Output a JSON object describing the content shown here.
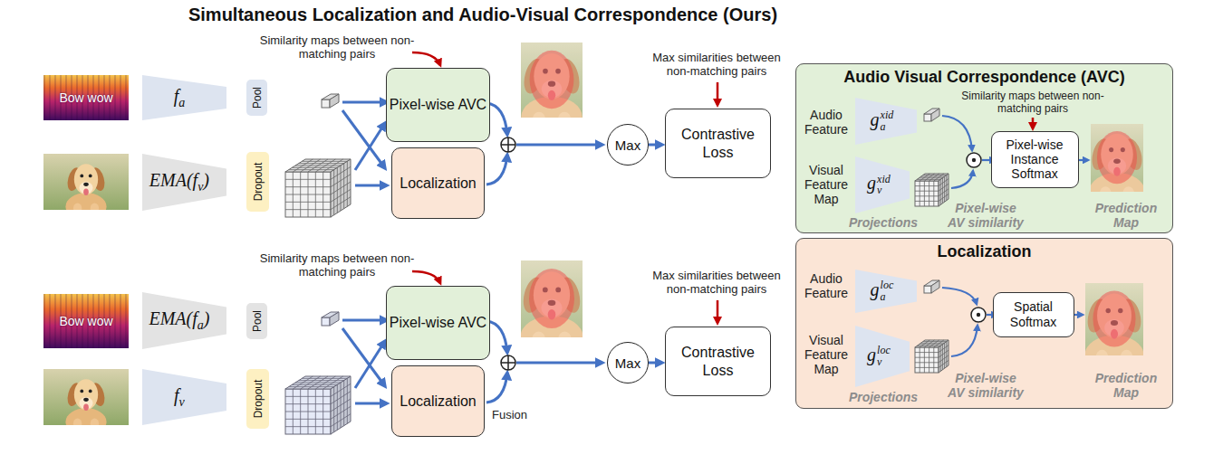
{
  "diagram": {
    "title": "Simultaneous Localization and Audio-Visual Correspondence (Ours)",
    "nodes": [
      {
        "text": [
          "Bow wow"
        ]
      },
      {
        "text": [
          "f",
          "a"
        ]
      },
      {
        "text": [
          "Pool"
        ]
      },
      {
        "text": [
          "EMA(f",
          "v",
          ")"
        ]
      },
      {
        "text": [
          "Dropout"
        ]
      },
      {
        "text": [
          "Pixel-wise AVC"
        ]
      },
      {
        "text": [
          "Localization"
        ]
      },
      {
        "text": [
          "Max"
        ]
      },
      {
        "text": [
          "Contrastive Loss"
        ]
      },
      {
        "text": [
          "Bow wow"
        ]
      },
      {
        "text": [
          "EMA(f",
          "a",
          ")"
        ]
      },
      {
        "text": [
          "Pool"
        ]
      },
      {
        "text": [
          "f",
          "v"
        ]
      },
      {
        "text": [
          "Dropout"
        ]
      },
      {
        "text": [
          "Pixel-wise AVC"
        ]
      },
      {
        "text": [
          "Localization"
        ]
      },
      {
        "text": [
          "Max"
        ]
      },
      {
        "text": [
          "Contrastive Loss"
        ]
      },
      {
        "text": [
          "Audio Visual Correspondence (AVC)"
        ]
      },
      {
        "text": [
          "g",
          "xid",
          "a"
        ],
        "in": 18
      },
      {
        "text": [
          "g",
          "xid",
          "v"
        ],
        "in": 18
      },
      {
        "text": [
          "Pixel-wise Instance Softmax"
        ],
        "in": 18
      },
      {
        "text": [
          "Localization"
        ]
      },
      {
        "text": [
          "g",
          "loc",
          "a"
        ],
        "in": 22
      },
      {
        "text": [
          "g",
          "loc",
          "v"
        ],
        "in": 22
      },
      {
        "text": [
          "Spatial Softmax"
        ],
        "in": 22
      }
    ],
    "edges": [
      {
        "from": 7,
        "to": 8,
        "arrow": "to"
      },
      {
        "from": 16,
        "to": 17,
        "arrow": "to"
      }
    ],
    "labels": [
      "Similarity maps between non-matching pairs",
      "Max similarities between non-matching pairs",
      "Similarity maps between non-matching pairs",
      "Max similarities between non-matching pairs",
      "Fusion",
      "Audio Feature",
      "Visual Feature Map",
      "Similarity maps between non-matching pairs",
      "Projections",
      "Pixel-wise AV similarity",
      "Prediction Map",
      "Audio Feature",
      "Visual Feature Map",
      "Projections",
      "Pixel-wise AV similarity",
      "Prediction Map"
    ]
  }
}
